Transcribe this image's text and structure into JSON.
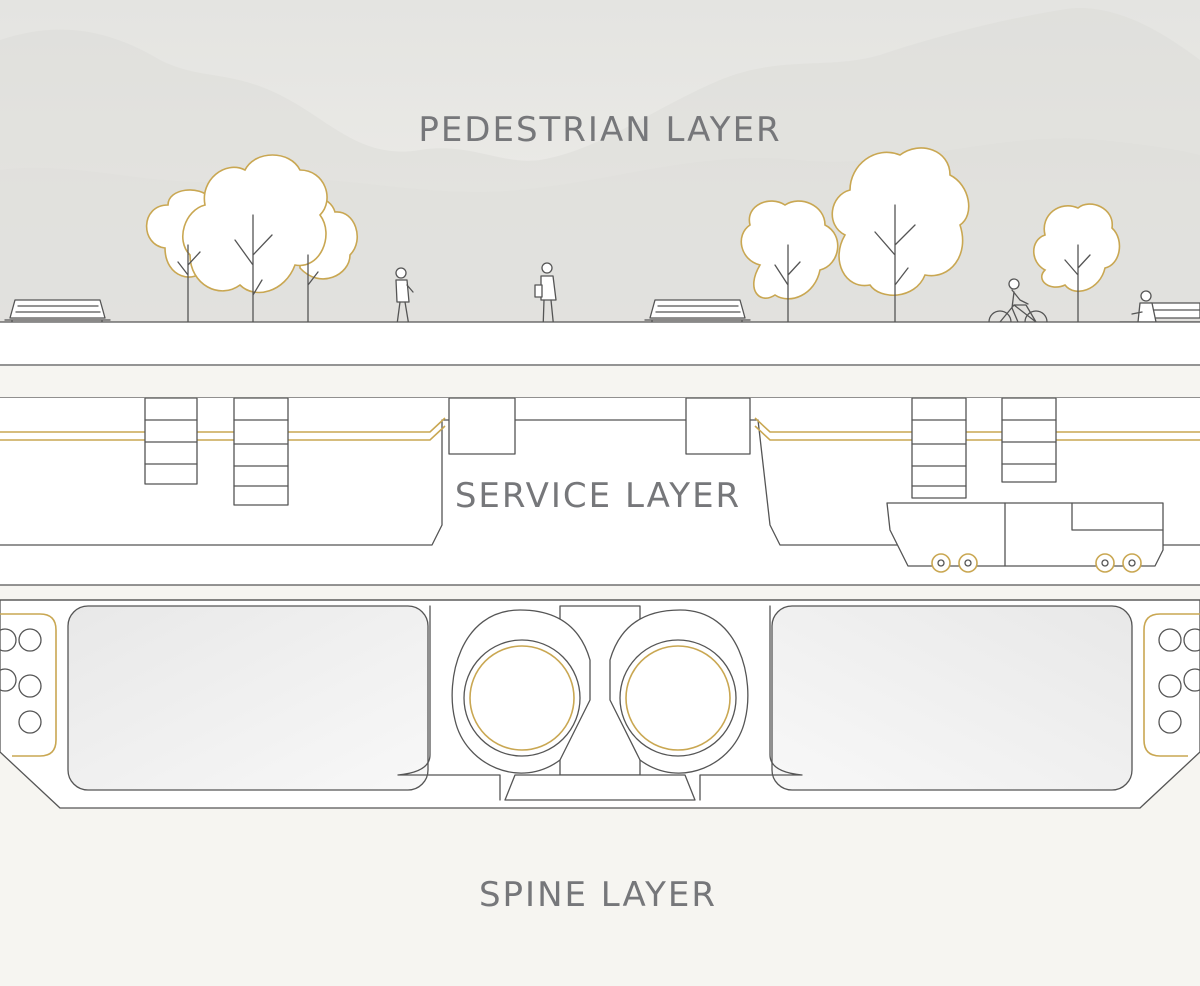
{
  "labels": {
    "pedestrian": "PEDESTRIAN LAYER",
    "service": "SERVICE LAYER",
    "spine": "SPINE LAYER"
  },
  "colors": {
    "background": "#f6f5f1",
    "sky": "#e6e6e3",
    "mountains": "#dcdcd9",
    "label_text": "#76777a",
    "line": "#555555",
    "accent_gold": "#c9a752",
    "tunnel_fill": "#eeeeee"
  }
}
